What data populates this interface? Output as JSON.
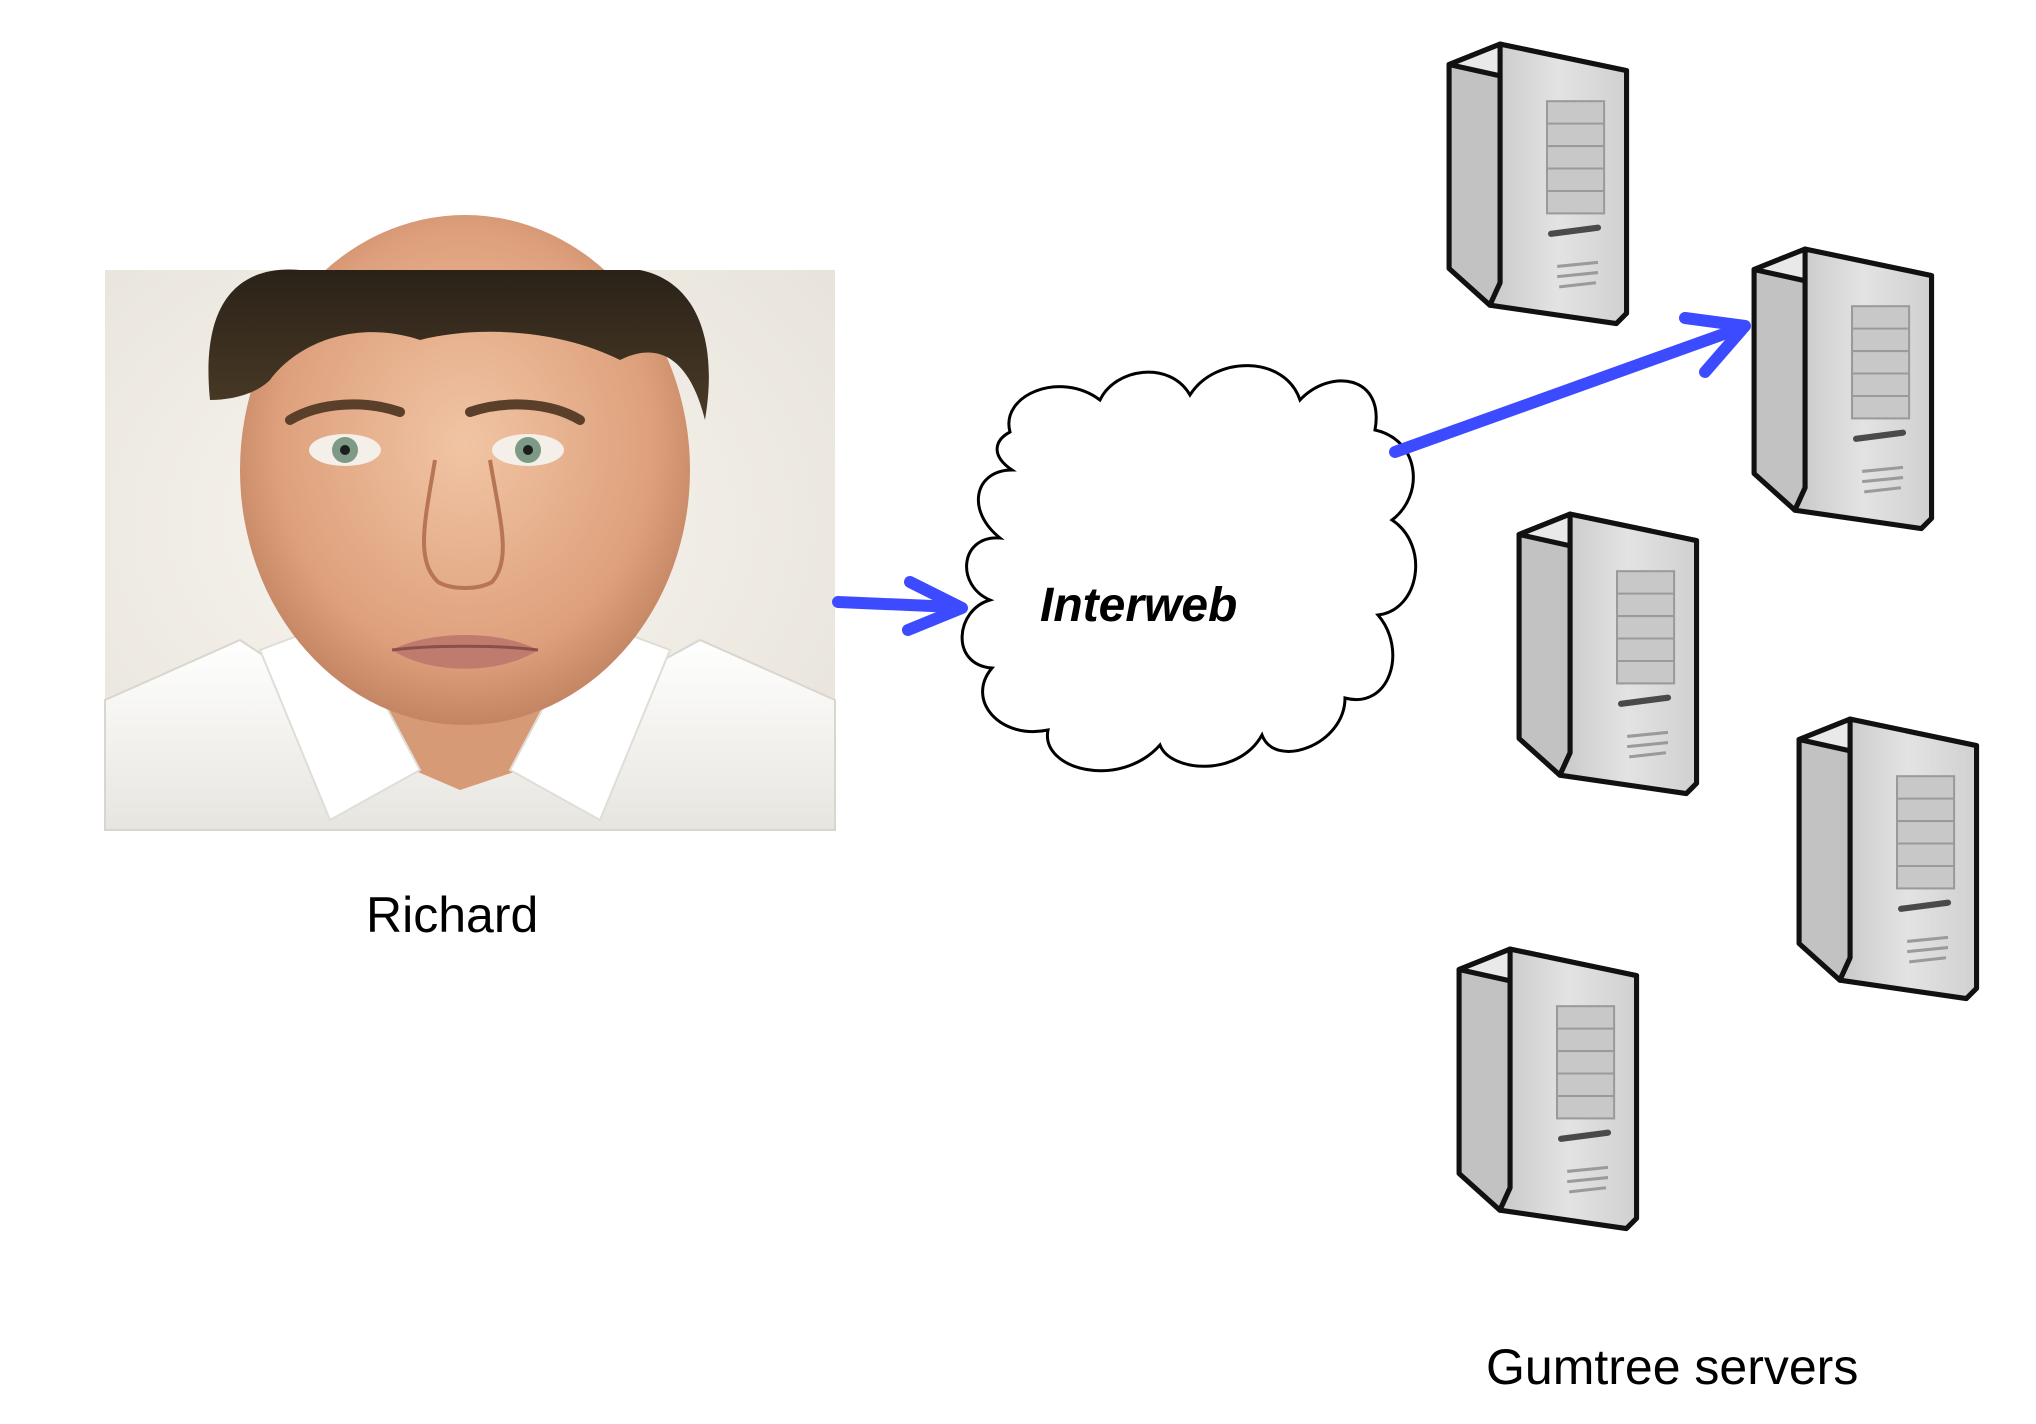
{
  "labels": {
    "person": "Richard",
    "network": "Interweb",
    "servers": "Gumtree servers"
  },
  "icons": {
    "person": "portrait-photo",
    "network": "cloud-icon",
    "server": "server-tower-icon"
  },
  "colors": {
    "arrow": "#3c4bff",
    "cloud_stroke": "#000000",
    "server_body": "#d6d6d6",
    "server_side": "#bdbdbd",
    "background": "#ffffff"
  }
}
